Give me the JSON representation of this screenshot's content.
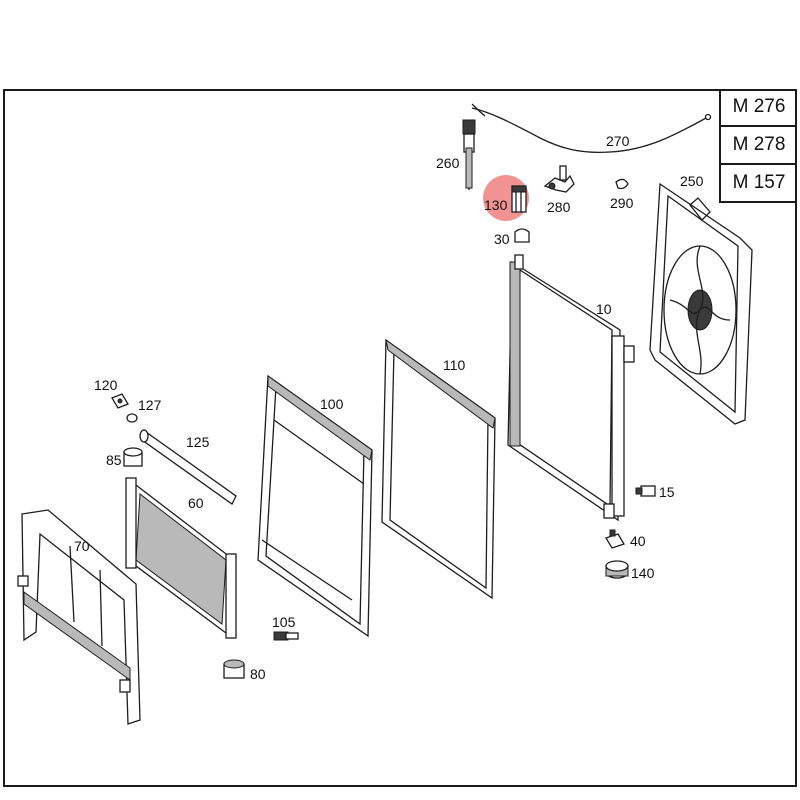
{
  "models": [
    "M 276",
    "M 278",
    "M 157"
  ],
  "highlight_color": "#f08080",
  "callouts": {
    "p10": "10",
    "p15": "15",
    "p30": "30",
    "p40": "40",
    "p60": "60",
    "p70": "70",
    "p80": "80",
    "p85": "85",
    "p100": "100",
    "p105": "105",
    "p110": "110",
    "p120": "120",
    "p125": "125",
    "p127": "127",
    "p130": "130",
    "p140": "140",
    "p250": "250",
    "p260": "260",
    "p270": "270",
    "p280": "280",
    "p290": "290"
  }
}
